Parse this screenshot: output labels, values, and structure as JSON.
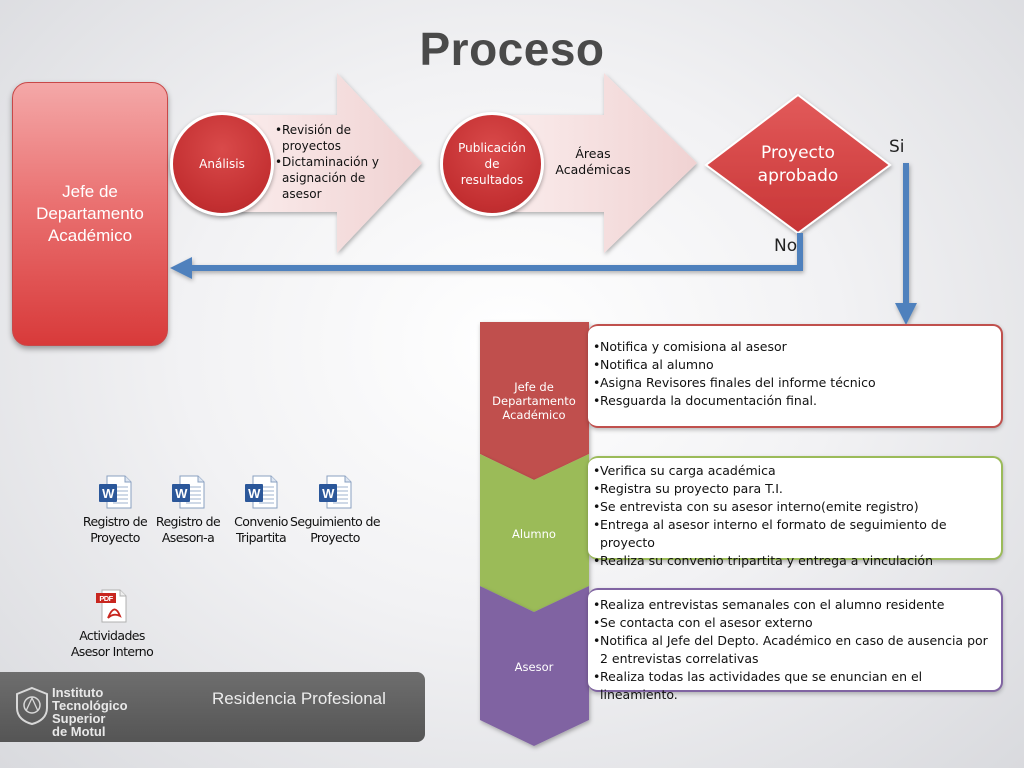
{
  "title": "Proceso",
  "jefe_box": {
    "label": "Jefe de Departamento Académico"
  },
  "analysis": {
    "circle_label": "Análisis",
    "items": [
      "Revisión de proyectos",
      "Dictaminación y asignación de asesor"
    ]
  },
  "publication": {
    "circle_label": "Publicación de resultados",
    "arrow_text": "Áreas Académicas"
  },
  "decision": {
    "label": "Proyecto aprobado",
    "yes": "Si",
    "no": "No"
  },
  "stages": [
    {
      "label": "Jefe de Departamento Académico",
      "color": "#c0504d",
      "items": [
        "Notifica y comisiona al asesor",
        "Notifica al alumno",
        "Asigna Revisores finales del informe técnico",
        "Resguarda la documentación final."
      ]
    },
    {
      "label": "Alumno",
      "color": "#9bbb59",
      "items": [
        "Verifica su carga académica",
        "Registra su proyecto para T.I.",
        "Se entrevista con su asesor interno(emite registro)",
        "Entrega al asesor interno el formato de seguimiento de proyecto",
        "Realiza su convenio tripartita y entrega a vinculación"
      ]
    },
    {
      "label": "Asesor",
      "color": "#8064a2",
      "items": [
        "Realiza entrevistas semanales con el alumno residente",
        "Se contacta con el asesor externo",
        "Notifica al Jefe del Depto. Académico en caso de ausencia por 2 entrevistas correlativas",
        "Realiza todas las actividades que se enuncian en el lineamiento."
      ]
    }
  ],
  "documents": [
    {
      "icon": "word-document-icon",
      "line1": "Registro de",
      "line2": "Proyecto"
    },
    {
      "icon": "word-document-icon",
      "line1": "Registro de",
      "line2": "Asesorı-a"
    },
    {
      "icon": "word-document-icon",
      "line1": "Convenio",
      "line2": "Tripartita"
    },
    {
      "icon": "word-document-icon",
      "line1": "Seguimiento de",
      "line2": "Proyecto"
    }
  ],
  "pdf_document": {
    "icon": "pdf-document-icon",
    "badge": "PDF",
    "line1": "Actividades",
    "line2": "Asesor Interno"
  },
  "footer": {
    "logo_lines": [
      "Instituto",
      "Tecnológico",
      "Superior",
      "de Motul"
    ],
    "label": "Residencia Profesional"
  },
  "colors": {
    "red": "#c0504d",
    "green": "#9bbb59",
    "purple": "#8064a2",
    "blue_arrow": "#4f81bd",
    "pink_arrow": "#f2dcdb"
  }
}
